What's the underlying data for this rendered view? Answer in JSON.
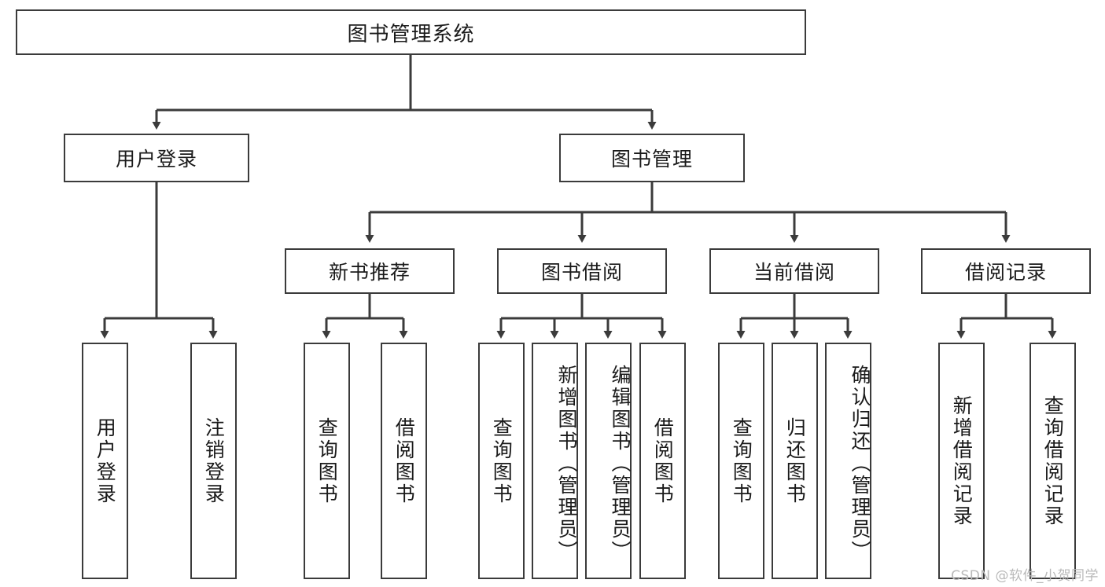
{
  "diagram": {
    "title": "图书管理系统",
    "type": "tree-hierarchy",
    "colors": {
      "box_border": "#3b3b3b",
      "box_fill": "#ffffff",
      "connector": "#3b3b3b",
      "text": "#1a1a1a",
      "watermark": "#b9b9b9",
      "background": "#ffffff"
    },
    "root": {
      "label": "图书管理系统"
    },
    "level2": [
      {
        "label": "用户登录"
      },
      {
        "label": "图书管理"
      }
    ],
    "level3": [
      {
        "label": "新书推荐"
      },
      {
        "label": "图书借阅"
      },
      {
        "label": "当前借阅"
      },
      {
        "label": "借阅记录"
      }
    ],
    "leaves": {
      "user_login": [
        {
          "label": "用户登录"
        },
        {
          "label": "注销登录"
        }
      ],
      "new_book_recommend": [
        {
          "label": "查询图书"
        },
        {
          "label": "借阅图书"
        }
      ],
      "book_borrow": [
        {
          "label": "查询图书"
        },
        {
          "label": "新增图书（管理员）"
        },
        {
          "label": "编辑图书（管理员）"
        },
        {
          "label": "借阅图书"
        }
      ],
      "current_borrow": [
        {
          "label": "查询图书"
        },
        {
          "label": "归还图书"
        },
        {
          "label": "确认归还（管理员）"
        }
      ],
      "borrow_record": [
        {
          "label": "新增借阅记录"
        },
        {
          "label": "查询借阅记录"
        }
      ]
    },
    "watermark": "CSDN @软件_小贺同学"
  }
}
